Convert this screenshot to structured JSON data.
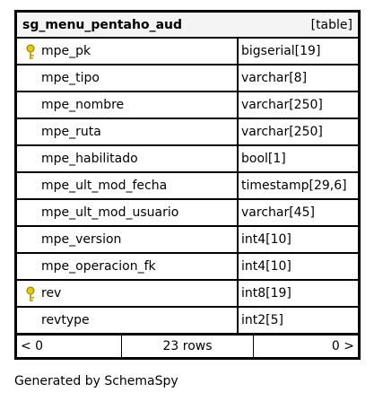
{
  "table": {
    "name": "sg_menu_pentaho_aud",
    "type": "[table]",
    "columns": [
      {
        "name": "mpe_pk",
        "type": "bigserial[19]",
        "key": true
      },
      {
        "name": "mpe_tipo",
        "type": "varchar[8]",
        "key": false
      },
      {
        "name": "mpe_nombre",
        "type": "varchar[250]",
        "key": false
      },
      {
        "name": "mpe_ruta",
        "type": "varchar[250]",
        "key": false
      },
      {
        "name": "mpe_habilitado",
        "type": "bool[1]",
        "key": false
      },
      {
        "name": "mpe_ult_mod_fecha",
        "type": "timestamp[29,6]",
        "key": false
      },
      {
        "name": "mpe_ult_mod_usuario",
        "type": "varchar[45]",
        "key": false
      },
      {
        "name": "mpe_version",
        "type": "int4[10]",
        "key": false
      },
      {
        "name": "mpe_operacion_fk",
        "type": "int4[10]",
        "key": false
      },
      {
        "name": "rev",
        "type": "int8[19]",
        "key": true
      },
      {
        "name": "revtype",
        "type": "int2[5]",
        "key": false
      }
    ],
    "footer": {
      "left": "< 0",
      "rows": "23 rows",
      "right": "0 >"
    }
  },
  "icons": {
    "key": "key-icon"
  },
  "colors": {
    "key": "#e8c800",
    "header_bg": "#f4f4f4"
  },
  "generated_by": "Generated by SchemaSpy"
}
